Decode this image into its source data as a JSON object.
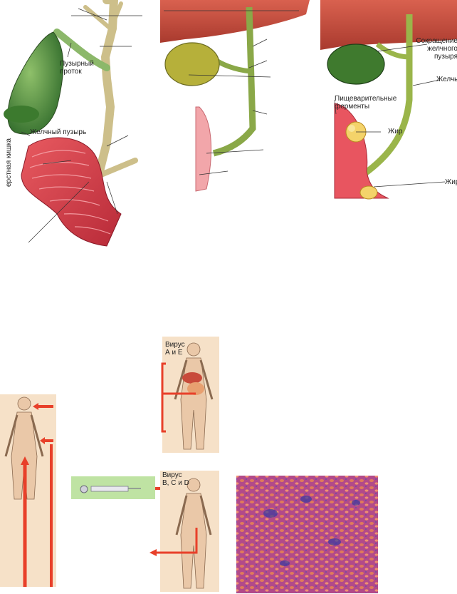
{
  "panel1": {
    "cystic_duct": "Пузырный проток",
    "gallbladder": "Желчный пузырь",
    "duodenum": "ерстная кишка"
  },
  "panel3": {
    "contraction_1": "Сокращение",
    "contraction_2": "желчного",
    "contraction_3": "пузыря",
    "digestive_enzymes_1": "Пищеварительные",
    "digestive_enzymes_2": "ферменты",
    "fat_1": "Жир",
    "fat_2": "Жир",
    "bile": "Желчь"
  },
  "virus_ae": {
    "line1": "Вирус",
    "line2": "А и Е"
  },
  "virus_bcd": {
    "line1": "Вирус",
    "line2": "B, C и D"
  },
  "colors": {
    "liver": "#c84a3a",
    "bile_duct": "#cdbf8a",
    "gallbladder": "#4e8a3a",
    "intestine": "#d9404a",
    "arrow_red": "#e8402a",
    "skin_bg": "#f6e1c8",
    "green_panel": "#bfe3a3"
  }
}
